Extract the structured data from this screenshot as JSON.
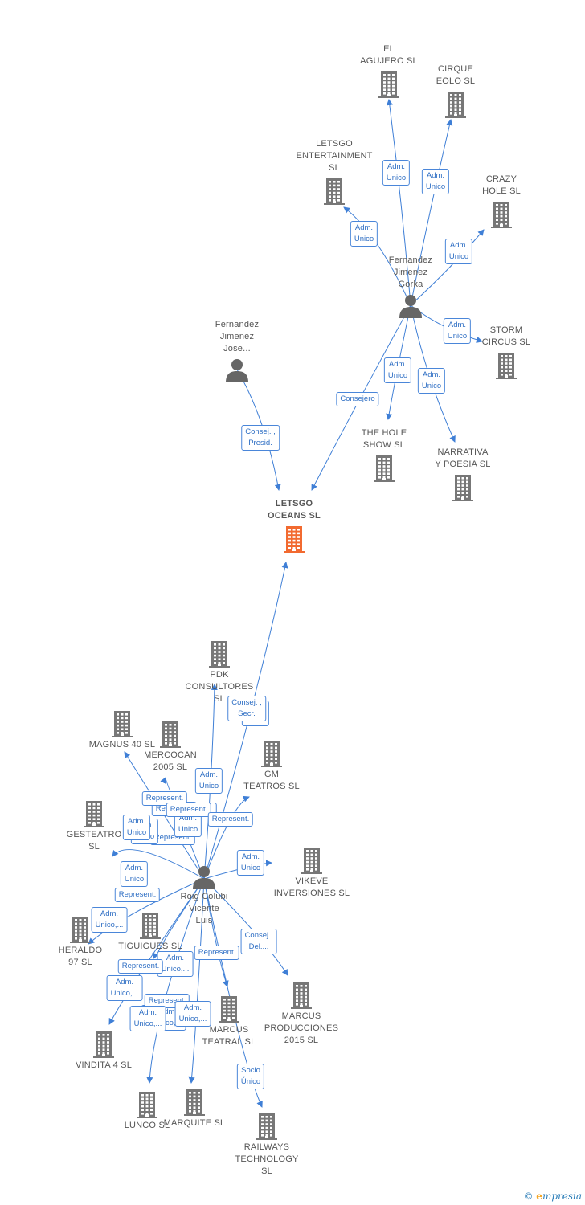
{
  "colors": {
    "edge": "#3f7fd6",
    "company": "#777777",
    "focus": "#f26a30",
    "person": "#666666",
    "badge_border": "#4a86d9"
  },
  "nodes": [
    {
      "id": "letsgo",
      "type": "company",
      "focus": true,
      "label": "LETSGO\nOCEANS  SL"
    },
    {
      "id": "agujero",
      "type": "company",
      "label": "EL\nAGUJERO SL"
    },
    {
      "id": "cirque",
      "type": "company",
      "label": "CIRQUE\nEOLO SL"
    },
    {
      "id": "letsgo_ent",
      "type": "company",
      "label": "LETSGO\nENTERTAINMENT\nSL"
    },
    {
      "id": "crazy",
      "type": "company",
      "label": "CRAZY\nHOLE SL"
    },
    {
      "id": "gorka",
      "type": "person",
      "label": "Fernandez\nJimenez\nGorka"
    },
    {
      "id": "storm",
      "type": "company",
      "label": "STORM\nCIRCUS SL"
    },
    {
      "id": "hole",
      "type": "company",
      "label": "THE HOLE\nSHOW SL"
    },
    {
      "id": "narrativa",
      "type": "company",
      "label": "NARRATIVA\nY POESIA SL"
    },
    {
      "id": "jose",
      "type": "person",
      "label": "Fernandez\nJimenez\nJose..."
    },
    {
      "id": "pdk",
      "type": "company",
      "label": "PDK\nCONSULTORES\nSL"
    },
    {
      "id": "magnus",
      "type": "company",
      "label": "MAGNUS 40  SL"
    },
    {
      "id": "mercocan",
      "type": "company",
      "label": "MERCOCAN\n2005  SL"
    },
    {
      "id": "gm",
      "type": "company",
      "label": "GM\nTEATROS  SL"
    },
    {
      "id": "gesteatro",
      "type": "company",
      "label": "GESTEATRO\nSL"
    },
    {
      "id": "vikeve",
      "type": "company",
      "label": "VIKEVE\nINVERSIONES SL"
    },
    {
      "id": "roig",
      "type": "person",
      "label": "Roig Colubi\nVicente\nLuis"
    },
    {
      "id": "heraldo",
      "type": "company",
      "label": "HERALDO\n97  SL"
    },
    {
      "id": "tiguigues",
      "type": "company",
      "label": "TIGUIGUES  SL"
    },
    {
      "id": "marcusp",
      "type": "company",
      "label": "MARCUS\nPRODUCCIONES\n2015  SL"
    },
    {
      "id": "marcust",
      "type": "company",
      "label": "MARCUS\nTEATRAL  SL"
    },
    {
      "id": "vindita",
      "type": "company",
      "label": "VINDITA 4  SL"
    },
    {
      "id": "lunco",
      "type": "company",
      "label": "LUNCO  SL"
    },
    {
      "id": "marquite",
      "type": "company",
      "label": "MARQUITE  SL"
    },
    {
      "id": "railways",
      "type": "company",
      "label": "RAILWAYS\nTECHNOLOGY\nSL"
    }
  ],
  "edges": [
    {
      "from": "gorka",
      "to": "agujero",
      "label": "Adm.\nUnico"
    },
    {
      "from": "gorka",
      "to": "cirque",
      "label": "Adm.\nUnico"
    },
    {
      "from": "gorka",
      "to": "letsgo_ent",
      "label": "Adm.\nUnico"
    },
    {
      "from": "gorka",
      "to": "crazy",
      "label": "Adm.\nUnico"
    },
    {
      "from": "gorka",
      "to": "storm",
      "label": "Adm.\nUnico"
    },
    {
      "from": "gorka",
      "to": "hole",
      "label": "Adm.\nUnico"
    },
    {
      "from": "gorka",
      "to": "narrativa",
      "label": "Adm.\nUnico"
    },
    {
      "from": "gorka",
      "to": "letsgo",
      "label": "Consejero"
    },
    {
      "from": "jose",
      "to": "letsgo",
      "label": "Consej. ,\nPresid."
    },
    {
      "from": "roig",
      "to": "letsgo",
      "label": "Consej. ,\nSecr."
    },
    {
      "from": "roig",
      "to": "pdk",
      "label": "Adm.\nUnico"
    },
    {
      "from": "roig",
      "to": "magnus",
      "label": "Represent."
    },
    {
      "from": "roig",
      "to": "mercocan",
      "label": "Represent."
    },
    {
      "from": "roig",
      "to": "gm",
      "label": "Represent."
    },
    {
      "from": "roig",
      "to": "gesteatro",
      "label": "Adm.\nUnico"
    },
    {
      "from": "roig",
      "to": "vikeve",
      "label": "Adm.\nUnico"
    },
    {
      "from": "roig",
      "to": "heraldo",
      "label": "Adm.\nUnico,..."
    },
    {
      "from": "roig",
      "to": "tiguigues",
      "label": "Represent."
    },
    {
      "from": "roig",
      "to": "marcusp",
      "label": "Consej .\nDel...."
    },
    {
      "from": "roig",
      "to": "marcust",
      "label": "Represent."
    },
    {
      "from": "roig",
      "to": "vindita",
      "label": "Adm.\nUnico,..."
    },
    {
      "from": "roig",
      "to": "lunco",
      "label": "Adm.\nUnico,..."
    },
    {
      "from": "roig",
      "to": "marquite",
      "label": "Adm.\nUnico,..."
    },
    {
      "from": "roig",
      "to": "railways",
      "label": "Socio\nÚnico"
    }
  ],
  "extra_badges": [
    {
      "label": "Adm.\nUnico"
    },
    {
      "label": "Adm.\nUnico"
    },
    {
      "label": "Represent."
    },
    {
      "label": "Adm.\nUnico"
    },
    {
      "label": "Represent."
    },
    {
      "label": "Represent."
    },
    {
      "label": "Represent."
    },
    {
      "label": "Represent."
    },
    {
      "label": "Adm.\nUnico"
    },
    {
      "label": "Adm.\nUnico,..."
    },
    {
      "label": "Adm.\nUnico,..."
    },
    {
      "label": "Adm.\nUnico,..."
    }
  ],
  "footer": {
    "copyright": "©",
    "brand_initial": "e",
    "brand_rest": "mpresia"
  }
}
